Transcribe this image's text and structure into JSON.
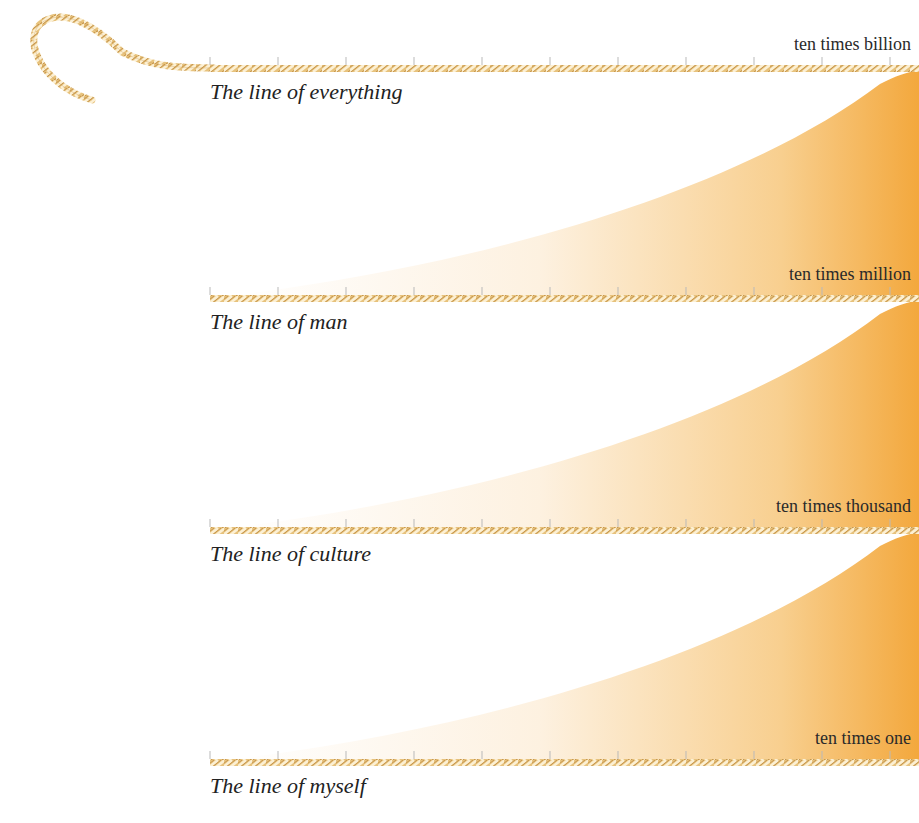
{
  "diagram": {
    "labels": [
      "ten times billion",
      "The line of everything",
      "ten times million",
      "The line of man",
      "ten times thousand",
      "The line of culture",
      "ten times one",
      "The line of myself"
    ]
  }
}
